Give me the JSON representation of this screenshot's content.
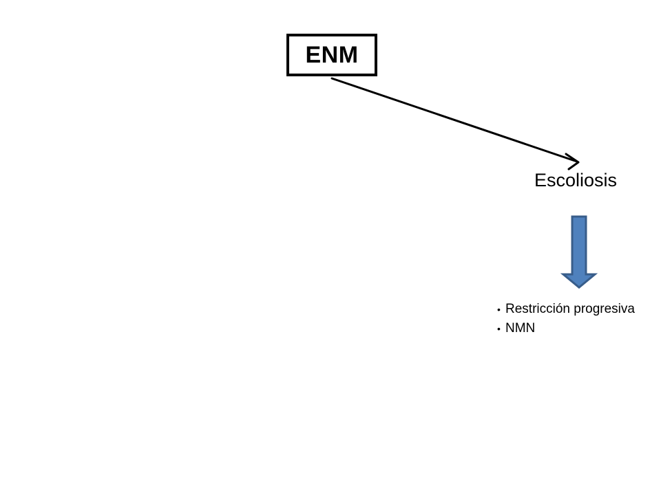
{
  "diagram": {
    "source_node": {
      "label": "ENM"
    },
    "target_node": {
      "label": "Escoliosis"
    },
    "consequences": {
      "items": [
        {
          "label": "Restricción progresiva"
        },
        {
          "label": "NMN"
        }
      ]
    }
  },
  "colors": {
    "down_arrow_fill": "#4F81BD",
    "down_arrow_stroke": "#385D8A",
    "line": "#000000",
    "background": "#FFFFFF"
  },
  "icons": {
    "connector": "diagonal-arrow",
    "down_arrow": "block-down-arrow",
    "bullet": "bullet-dot"
  }
}
